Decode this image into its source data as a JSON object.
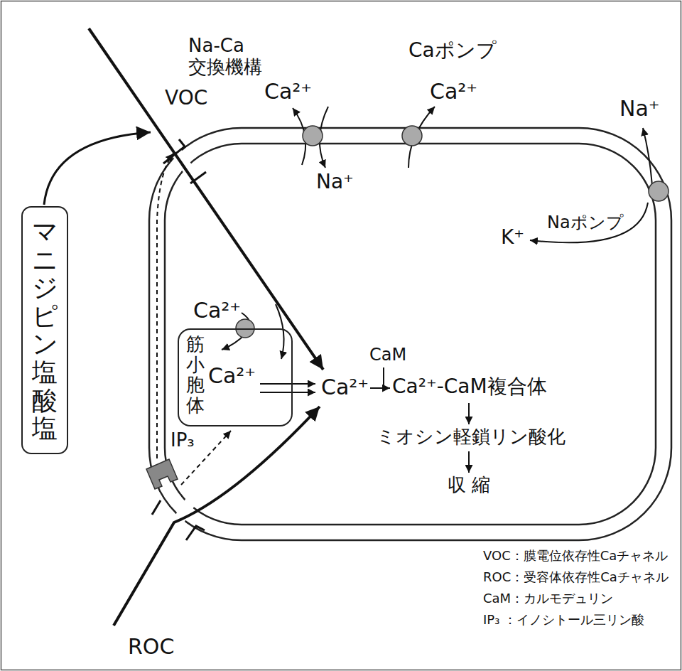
{
  "diagram": {
    "nodes": [
      {
        "text": [
          "マニジピン塩酸塩"
        ]
      },
      {
        "text": [
          "筋小胞体",
          "Ca²⁺"
        ]
      }
    ],
    "labels": [
      "Na-Ca 交換機構",
      "Ca²⁺",
      "Caポンプ",
      "Ca²⁺",
      "VOC",
      "Na⁺",
      "Na⁺",
      "Naポンプ",
      "K⁺",
      "Ca²⁺",
      "Ca²⁺",
      "CaM",
      "Ca²⁺-CaM複合体",
      "ミオシン軽鎖リン酸化",
      "収 縮",
      "IP₃",
      "ROC",
      "VOC：膜電位依存性Caチャネル",
      "ROC：受容体依存性Caチャネル",
      "CaM：カルモデュリン",
      "IP₃ ：イノシトール三リン酸"
    ]
  }
}
